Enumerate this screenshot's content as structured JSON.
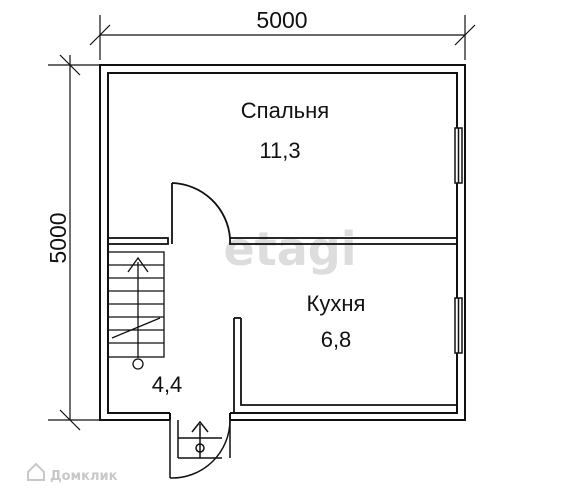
{
  "dimensions": {
    "width": "5000",
    "height": "5000"
  },
  "rooms": {
    "bedroom": {
      "name": "Спальня",
      "area": "11,3"
    },
    "kitchen": {
      "name": "Кухня",
      "area": "6,8"
    },
    "hall": {
      "area": "4,4"
    }
  },
  "watermarks": {
    "center": "etagi",
    "corner": "Домклик"
  },
  "colors": {
    "wall": "#111111",
    "watermark": "#dddddd",
    "corner_watermark": "#c8c8c8"
  }
}
